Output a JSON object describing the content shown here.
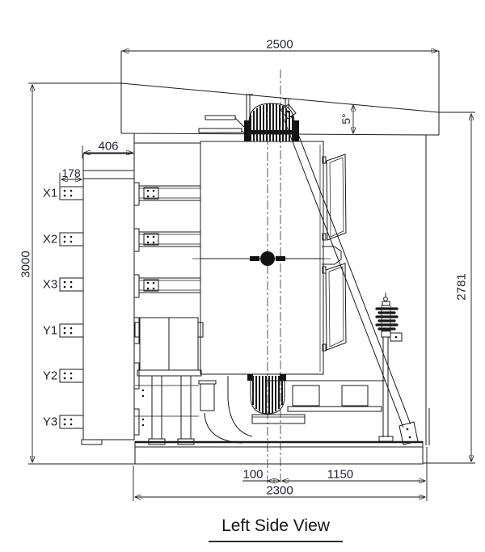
{
  "drawing": {
    "title": "Left Side View",
    "dims": {
      "top_width": "2500",
      "roof_angle": "5°",
      "wall_width": "406",
      "terminal_stickout": "178",
      "overall_height": "3000",
      "right_height": "2781",
      "center_offset": "100",
      "base_right_span": "1150",
      "base_width": "2300"
    },
    "terminals": [
      "X1",
      "X2",
      "X3",
      "Y1",
      "Y2",
      "Y3"
    ],
    "colors": {
      "line": "#1a1a1a",
      "text": "#1c2430",
      "background": "#ffffff"
    }
  }
}
